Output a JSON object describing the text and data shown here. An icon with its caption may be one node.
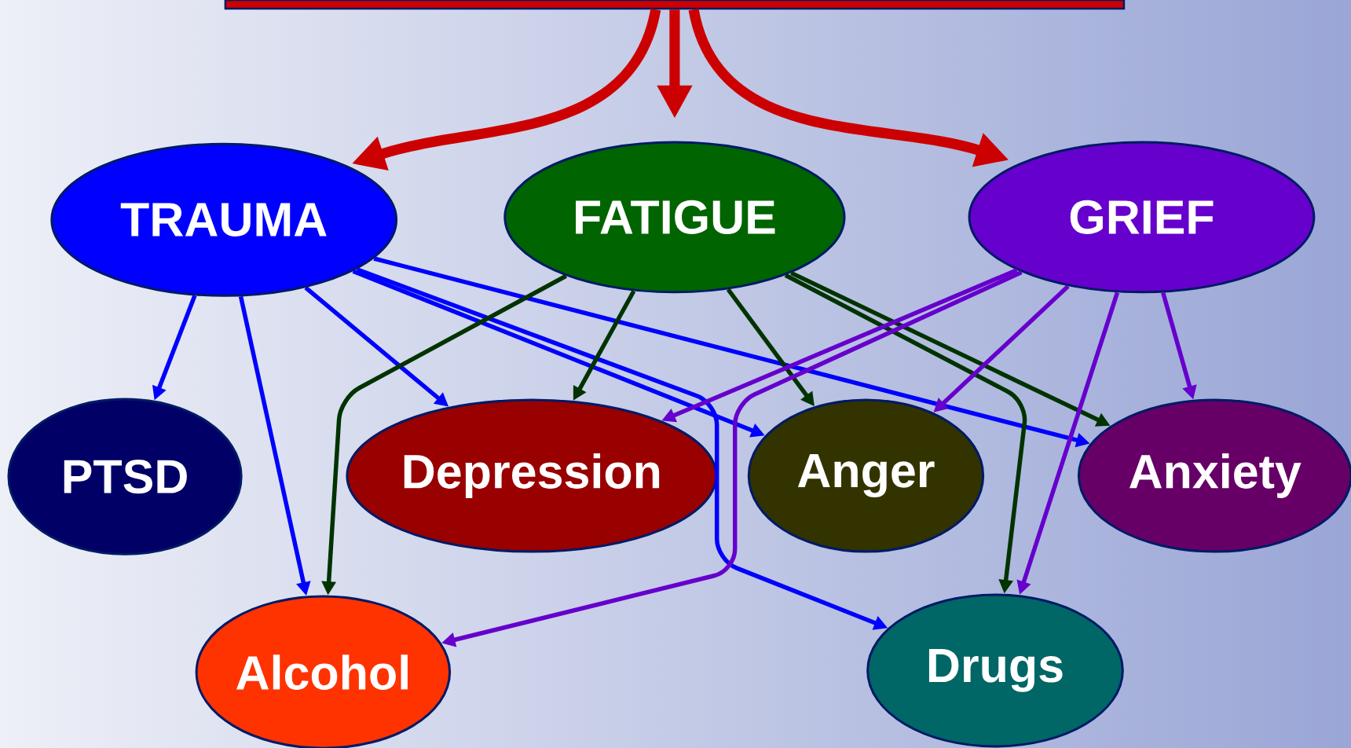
{
  "diagram": {
    "nodes": [
      {
        "text": [],
        "shape": "box"
      },
      {
        "text": [
          "TRAUMA"
        ]
      },
      {
        "text": [
          "FATIGUE"
        ]
      },
      {
        "text": [
          "GRIEF"
        ]
      },
      {
        "text": [
          "PTSD"
        ]
      },
      {
        "text": [
          "Depression"
        ]
      },
      {
        "text": [
          "Anger"
        ]
      },
      {
        "text": [
          "Anxiety"
        ]
      },
      {
        "text": [
          "Alcohol"
        ]
      },
      {
        "text": [
          "Drugs"
        ]
      }
    ],
    "edges": [
      {
        "from": 0,
        "to": 1,
        "arrow": "to",
        "style": "thick",
        "color": "#cc0000"
      },
      {
        "from": 0,
        "to": 2,
        "arrow": "to",
        "style": "thick",
        "color": "#cc0000"
      },
      {
        "from": 0,
        "to": 3,
        "arrow": "to",
        "style": "thick",
        "color": "#cc0000"
      },
      {
        "from": 1,
        "to": 4,
        "arrow": "to"
      },
      {
        "from": 1,
        "to": 8,
        "arrow": "to"
      },
      {
        "from": 1,
        "to": 5,
        "arrow": "to"
      },
      {
        "from": 1,
        "to": 9,
        "arrow": "to"
      },
      {
        "from": 1,
        "to": 6,
        "arrow": "to"
      },
      {
        "from": 1,
        "to": 7,
        "arrow": "to"
      },
      {
        "from": 2,
        "to": 8,
        "arrow": "to",
        "color": "#003300"
      },
      {
        "from": 2,
        "to": 5,
        "arrow": "to",
        "color": "#003300"
      },
      {
        "from": 2,
        "to": 9,
        "arrow": "to",
        "color": "#003300"
      },
      {
        "from": 2,
        "to": 6,
        "arrow": "to",
        "color": "#003300"
      },
      {
        "from": 2,
        "to": 7,
        "arrow": "to",
        "color": "#003300"
      },
      {
        "from": 3,
        "to": 5,
        "arrow": "to",
        "color": "#6600cc"
      },
      {
        "from": 3,
        "to": 8,
        "arrow": "to",
        "color": "#6600cc"
      },
      {
        "from": 3,
        "to": 6,
        "arrow": "to",
        "color": "#6600cc"
      },
      {
        "from": 3,
        "to": 9,
        "arrow": "to",
        "color": "#6600cc"
      },
      {
        "from": 3,
        "to": 7,
        "arrow": "to",
        "color": "#6600cc"
      }
    ]
  }
}
